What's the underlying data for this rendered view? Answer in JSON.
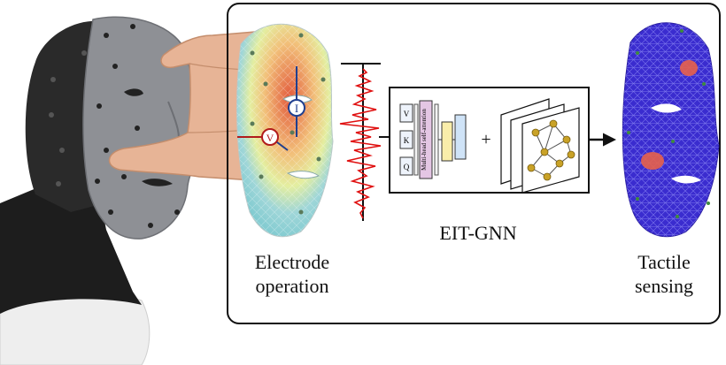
{
  "labels": {
    "electrode_line1": "Electrode",
    "electrode_line2": "operation",
    "model": "EIT-GNN",
    "tactile_line1": "Tactile",
    "tactile_line2": "sensing",
    "plus": "+"
  },
  "electrode_symbols": {
    "current": "I",
    "voltage": "V"
  },
  "attention_block": {
    "inputs": [
      "V",
      "K",
      "Q"
    ],
    "title": "Multi-head self-attention"
  },
  "colors": {
    "face_gray": "#8e9095",
    "head_black": "#1a1a1a",
    "tactile_blue": "#3a2ccf",
    "touch_red": "#e8604a",
    "signal_red": "#e01010",
    "attention_pink": "#e4c6e4",
    "node_gold": "#c9a227"
  }
}
